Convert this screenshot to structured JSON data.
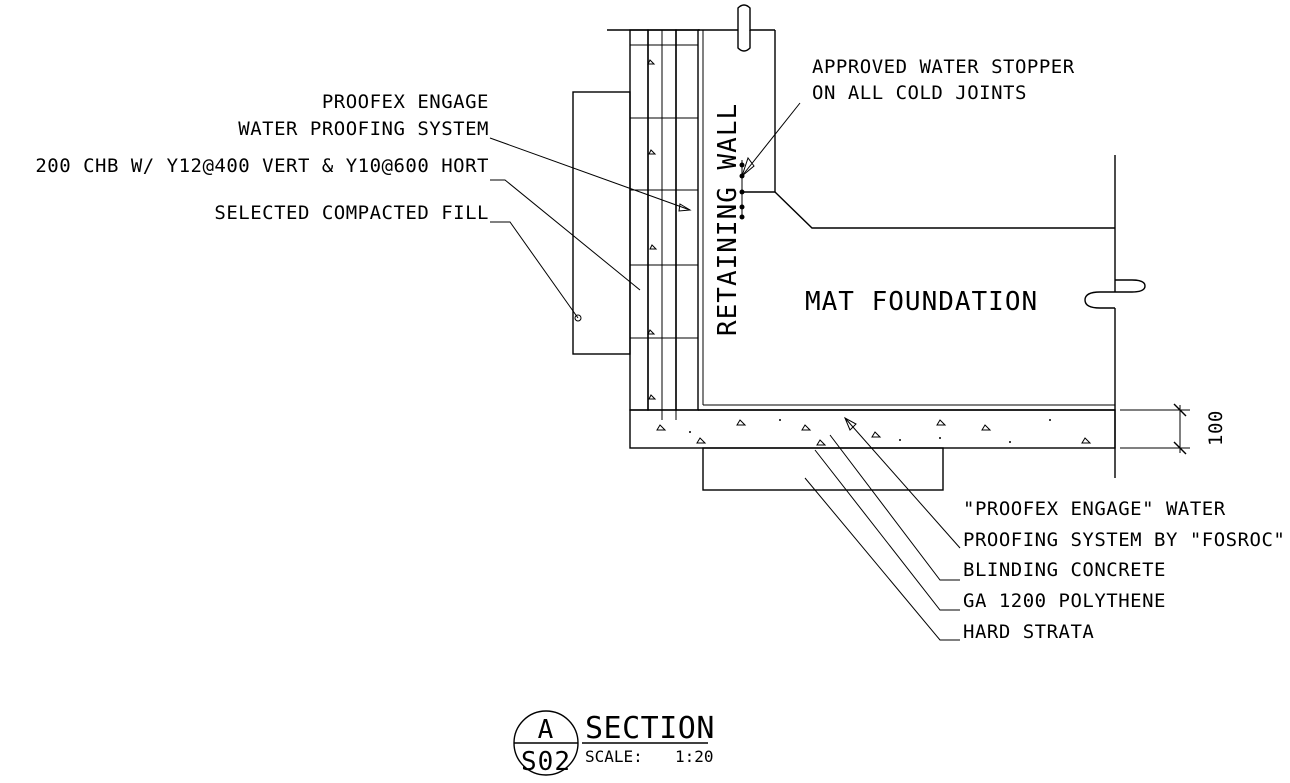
{
  "labels": {
    "proofex_engage_1": "PROOFEX ENGAGE",
    "proofex_engage_2": "WATER PROOFING SYSTEM",
    "chb": "200 CHB W/ Y12@400 VERT & Y10@600 HORT",
    "fill": "SELECTED COMPACTED FILL",
    "stopper_1": "APPROVED WATER STOPPER",
    "stopper_2": "ON ALL COLD JOINTS",
    "retaining_wall": "RETAINING WALL",
    "mat_foundation": "MAT FOUNDATION",
    "dimension": "100",
    "fosroc_1": "\"PROOFEX ENGAGE\" WATER",
    "fosroc_2": "PROOFING SYSTEM BY \"FOSROC\"",
    "blinding": "BLINDING CONCRETE",
    "polythene": "GA 1200 POLYTHENE",
    "hard_strata": "HARD STRATA"
  },
  "title_block": {
    "section_letter": "A",
    "sheet": "S02",
    "title": "SECTION",
    "scale_label": "SCALE:",
    "scale_value": "1:20"
  },
  "colors": {
    "line": "#000000",
    "background": "#ffffff"
  }
}
